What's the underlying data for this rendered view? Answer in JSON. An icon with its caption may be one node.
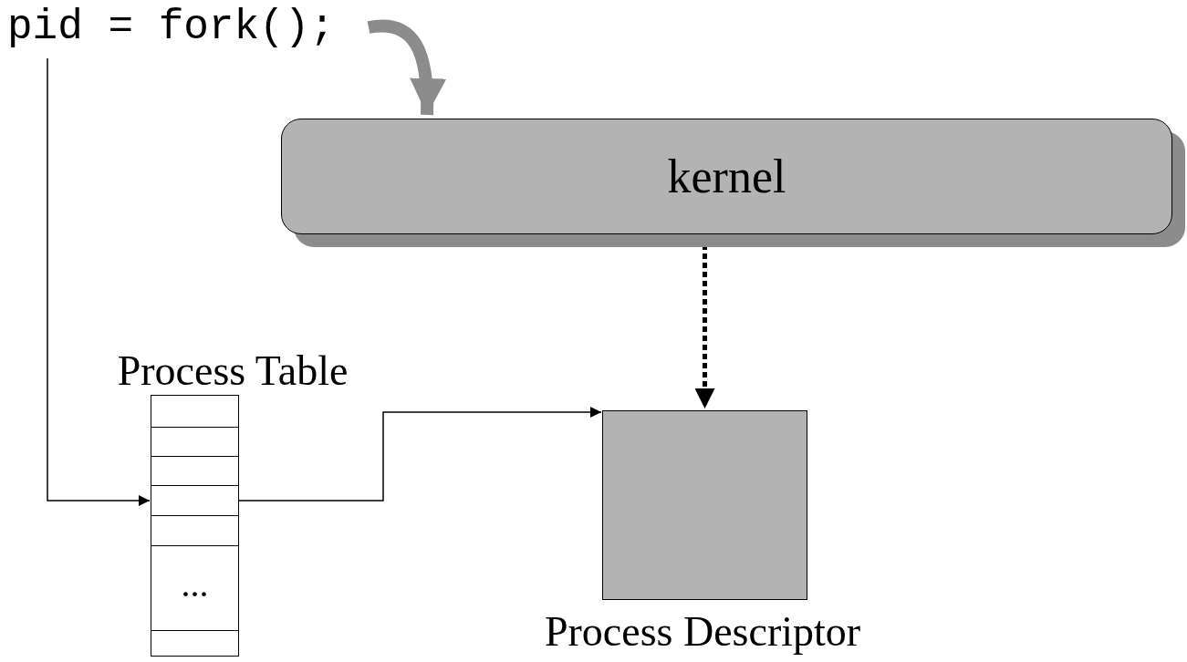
{
  "diagram": {
    "nodes": [
      {
        "text": [
          "pid = fork();"
        ]
      },
      {
        "text": [
          "kernel"
        ]
      },
      {
        "text": [
          "Process Table"
        ]
      },
      {
        "text": [],
        "shape": "box",
        "in": 2
      },
      {
        "text": [
          "Process Descriptor"
        ]
      }
    ],
    "edges": [
      {
        "from": 0,
        "to": 1,
        "arrow": "to",
        "style": "thick",
        "color": "#8c8c8c"
      },
      {
        "from": 0,
        "to": 3,
        "arrow": "to"
      },
      {
        "from": 3,
        "to": 4,
        "arrow": "to"
      },
      {
        "from": 1,
        "to": 4,
        "arrow": "to",
        "style": "dashed",
        "color": "#000000"
      }
    ],
    "labels": [
      "..."
    ]
  }
}
